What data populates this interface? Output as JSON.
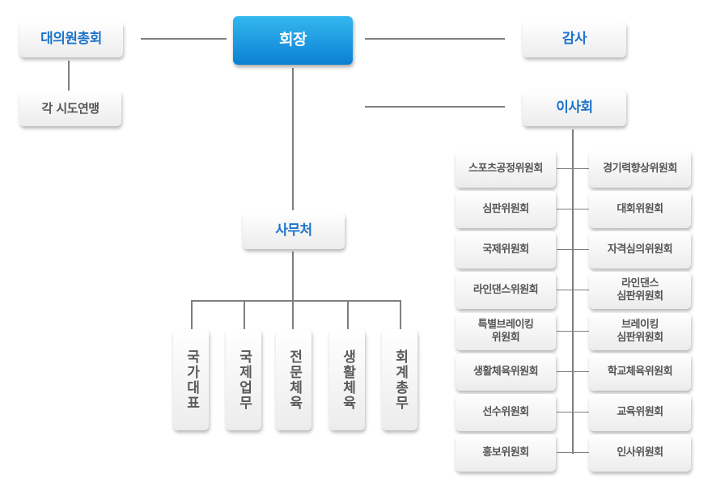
{
  "org": {
    "chair": "회장",
    "delegates": "대의원총회",
    "provincial": "각 시도연맹",
    "auditor": "감사",
    "board": "이사회",
    "secretariat": "사무처"
  },
  "departments": [
    "국가대표",
    "국제업무",
    "전문체육",
    "생활체육",
    "회계총무"
  ],
  "committees_left": [
    "스포츠공정위원회",
    "심판위원회",
    "국제위원회",
    "라인댄스위원회",
    "특별브레이킹\n위원회",
    "생활체육위원회",
    "선수위원회",
    "홍보위원회"
  ],
  "committees_right": [
    "경기력향상위원회",
    "대회위원회",
    "자격심의위원회",
    "라인댄스\n심판위원회",
    "브레이킹\n심판위원회",
    "학교체육위원회",
    "교육위원회",
    "인사위원회"
  ]
}
